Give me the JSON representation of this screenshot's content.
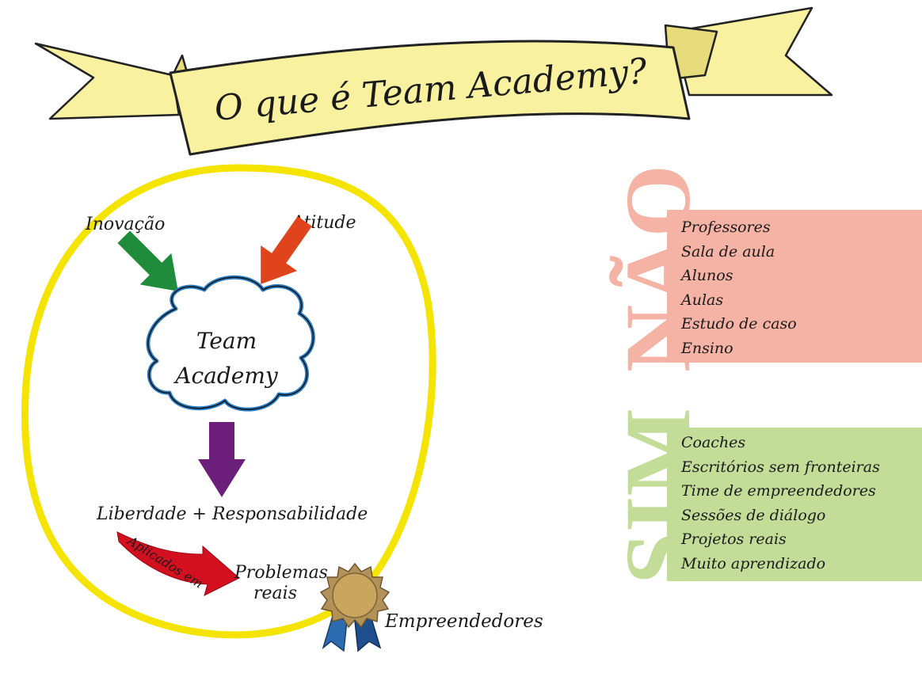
{
  "banner": {
    "title": "O que é Team Academy?"
  },
  "diagram": {
    "inputs": [
      {
        "label": "Inovação",
        "arrow_color": "#1e8c3a"
      },
      {
        "label": "Atitude",
        "arrow_color": "#e0441c"
      }
    ],
    "cloud": {
      "line1": "Team",
      "line2": "Academy"
    },
    "middle_arrow_color": "#6b1f7a",
    "principle": "Liberdade + Responsabilidade",
    "applied_label": "Aplicados em",
    "applied_arrow_color": "#d3101f",
    "result": {
      "line1": "Problemas",
      "line2": "reais"
    },
    "award": {
      "label": "Empreendedores",
      "medal_icon": "medal-icon"
    },
    "outline_color": "#f5e400"
  },
  "nao": {
    "heading": "NÃO",
    "color": "#f4b3a5",
    "items": [
      "Professores",
      "Sala de aula",
      "Alunos",
      "Aulas",
      "Estudo de caso",
      "Ensino"
    ]
  },
  "sim": {
    "heading": "SIM",
    "color": "#c3dd99",
    "items": [
      "Coaches",
      "Escritórios sem fronteiras",
      "Time de empreendedores",
      "Sessões de diálogo",
      "Projetos reais",
      "Muito aprendizado"
    ]
  }
}
